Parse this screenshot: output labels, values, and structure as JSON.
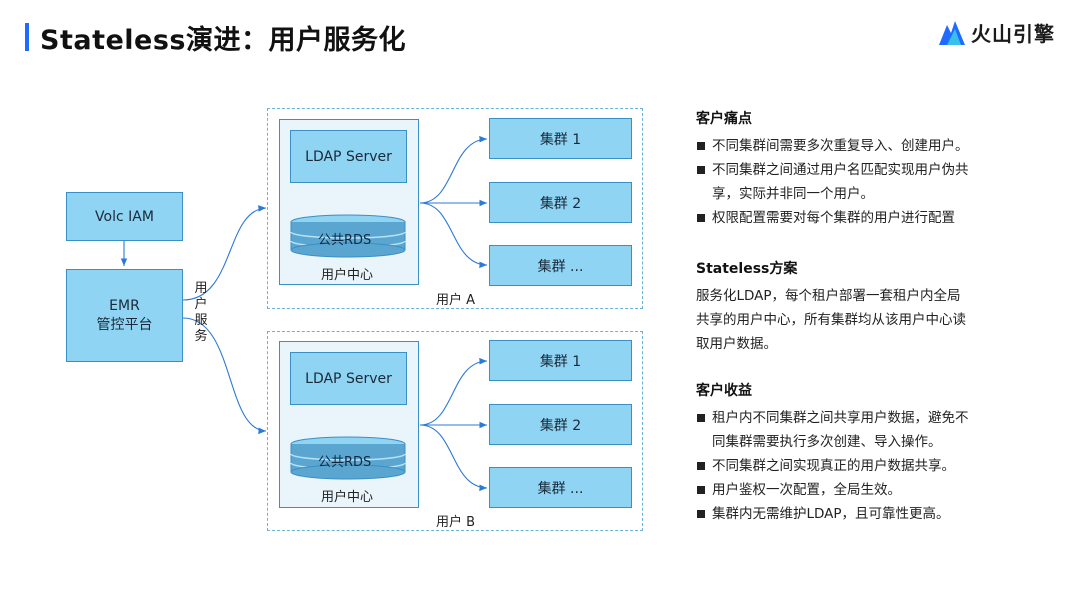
{
  "header": {
    "title": "Stateless演进：用户服务化",
    "logo_text": "火山引擎",
    "accent_color": "#1f6bff"
  },
  "diagram": {
    "volc_iam": "Volc IAM",
    "emr_line1": "EMR",
    "emr_line2": "管控平台",
    "user_service_label": [
      "用",
      "户",
      "服",
      "务"
    ],
    "tenants": [
      {
        "ldap": "LDAP Server",
        "rds": "公共RDS",
        "center": "用户中心",
        "label": "用户 A",
        "clusters": [
          "集群 1",
          "集群 2",
          "集群 ..."
        ]
      },
      {
        "ldap": "LDAP Server",
        "rds": "公共RDS",
        "center": "用户中心",
        "label": "用户 B",
        "clusters": [
          "集群 1",
          "集群 2",
          "集群 ..."
        ]
      }
    ],
    "box_color": "#8fd4f3",
    "line_color": "#2b79d8"
  },
  "right": {
    "pain": {
      "title": "客户痛点",
      "items": [
        "不同集群间需要多次重复导入、创建用户。",
        "不同集群之间通过用户名匹配实现用户伪共享，实际并非同一个用户。",
        "权限配置需要对每个集群的用户进行配置"
      ]
    },
    "solution": {
      "title": "Stateless方案",
      "text": "服务化LDAP，每个租户部署一套租户内全局共享的用户中心，所有集群均从该用户中心读取用户数据。"
    },
    "benefit": {
      "title": "客户收益",
      "items": [
        "租户内不同集群之间共享用户数据，避免不同集群需要执行多次创建、导入操作。",
        "不同集群之间实现真正的用户数据共享。",
        "用户鉴权一次配置，全局生效。",
        "集群内无需维护LDAP，且可靠性更高。"
      ]
    }
  }
}
